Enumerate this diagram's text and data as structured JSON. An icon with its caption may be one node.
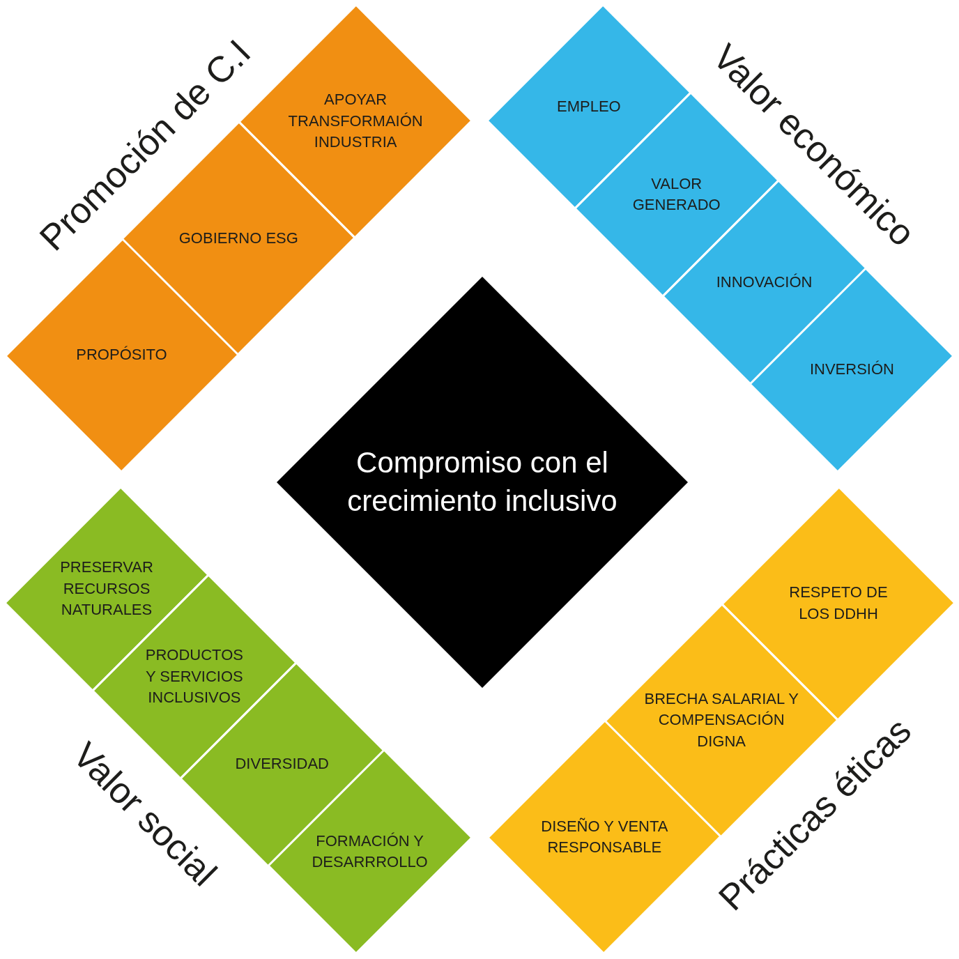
{
  "diagram": {
    "nodes": [
      {
        "text": [
          "Promoción de C.I"
        ]
      },
      {
        "text": [
          "APOYAR TRANSFORMAIÓN INDUSTRIA"
        ],
        "in": 0
      },
      {
        "text": [
          "GOBIERNO ESG"
        ],
        "in": 0
      },
      {
        "text": [
          "PROPÓSITO"
        ],
        "in": 0
      },
      {
        "text": [
          "Valor económico"
        ]
      },
      {
        "text": [
          "EMPLEO"
        ],
        "in": 4
      },
      {
        "text": [
          "VALOR GENERADO"
        ],
        "in": 4
      },
      {
        "text": [
          "INNOVACIÓN"
        ],
        "in": 4
      },
      {
        "text": [
          "INVERSIÓN"
        ],
        "in": 4
      },
      {
        "text": [
          "Compromiso con el crecimiento inclusivo"
        ]
      },
      {
        "text": [
          "Valor social"
        ]
      },
      {
        "text": [
          "PRESERVAR RECURSOS NATURALES"
        ],
        "in": 10
      },
      {
        "text": [
          "PRODUCTOS Y SERVICIOS INCLUSIVOS"
        ],
        "in": 10
      },
      {
        "text": [
          "DIVERSIDAD"
        ],
        "in": 10
      },
      {
        "text": [
          "FORMACIÓN Y DESARRROLLO"
        ],
        "in": 10
      },
      {
        "text": [
          "Prácticas éticas"
        ]
      },
      {
        "text": [
          "RESPETO DE LOS DDHH"
        ],
        "in": 15
      },
      {
        "text": [
          "BRECHA SALARIAL Y COMPENSACIÓN DIGNA"
        ],
        "in": 15
      },
      {
        "text": [
          "DISEÑO Y VENTA RESPONSABLE"
        ],
        "in": 15
      }
    ]
  }
}
